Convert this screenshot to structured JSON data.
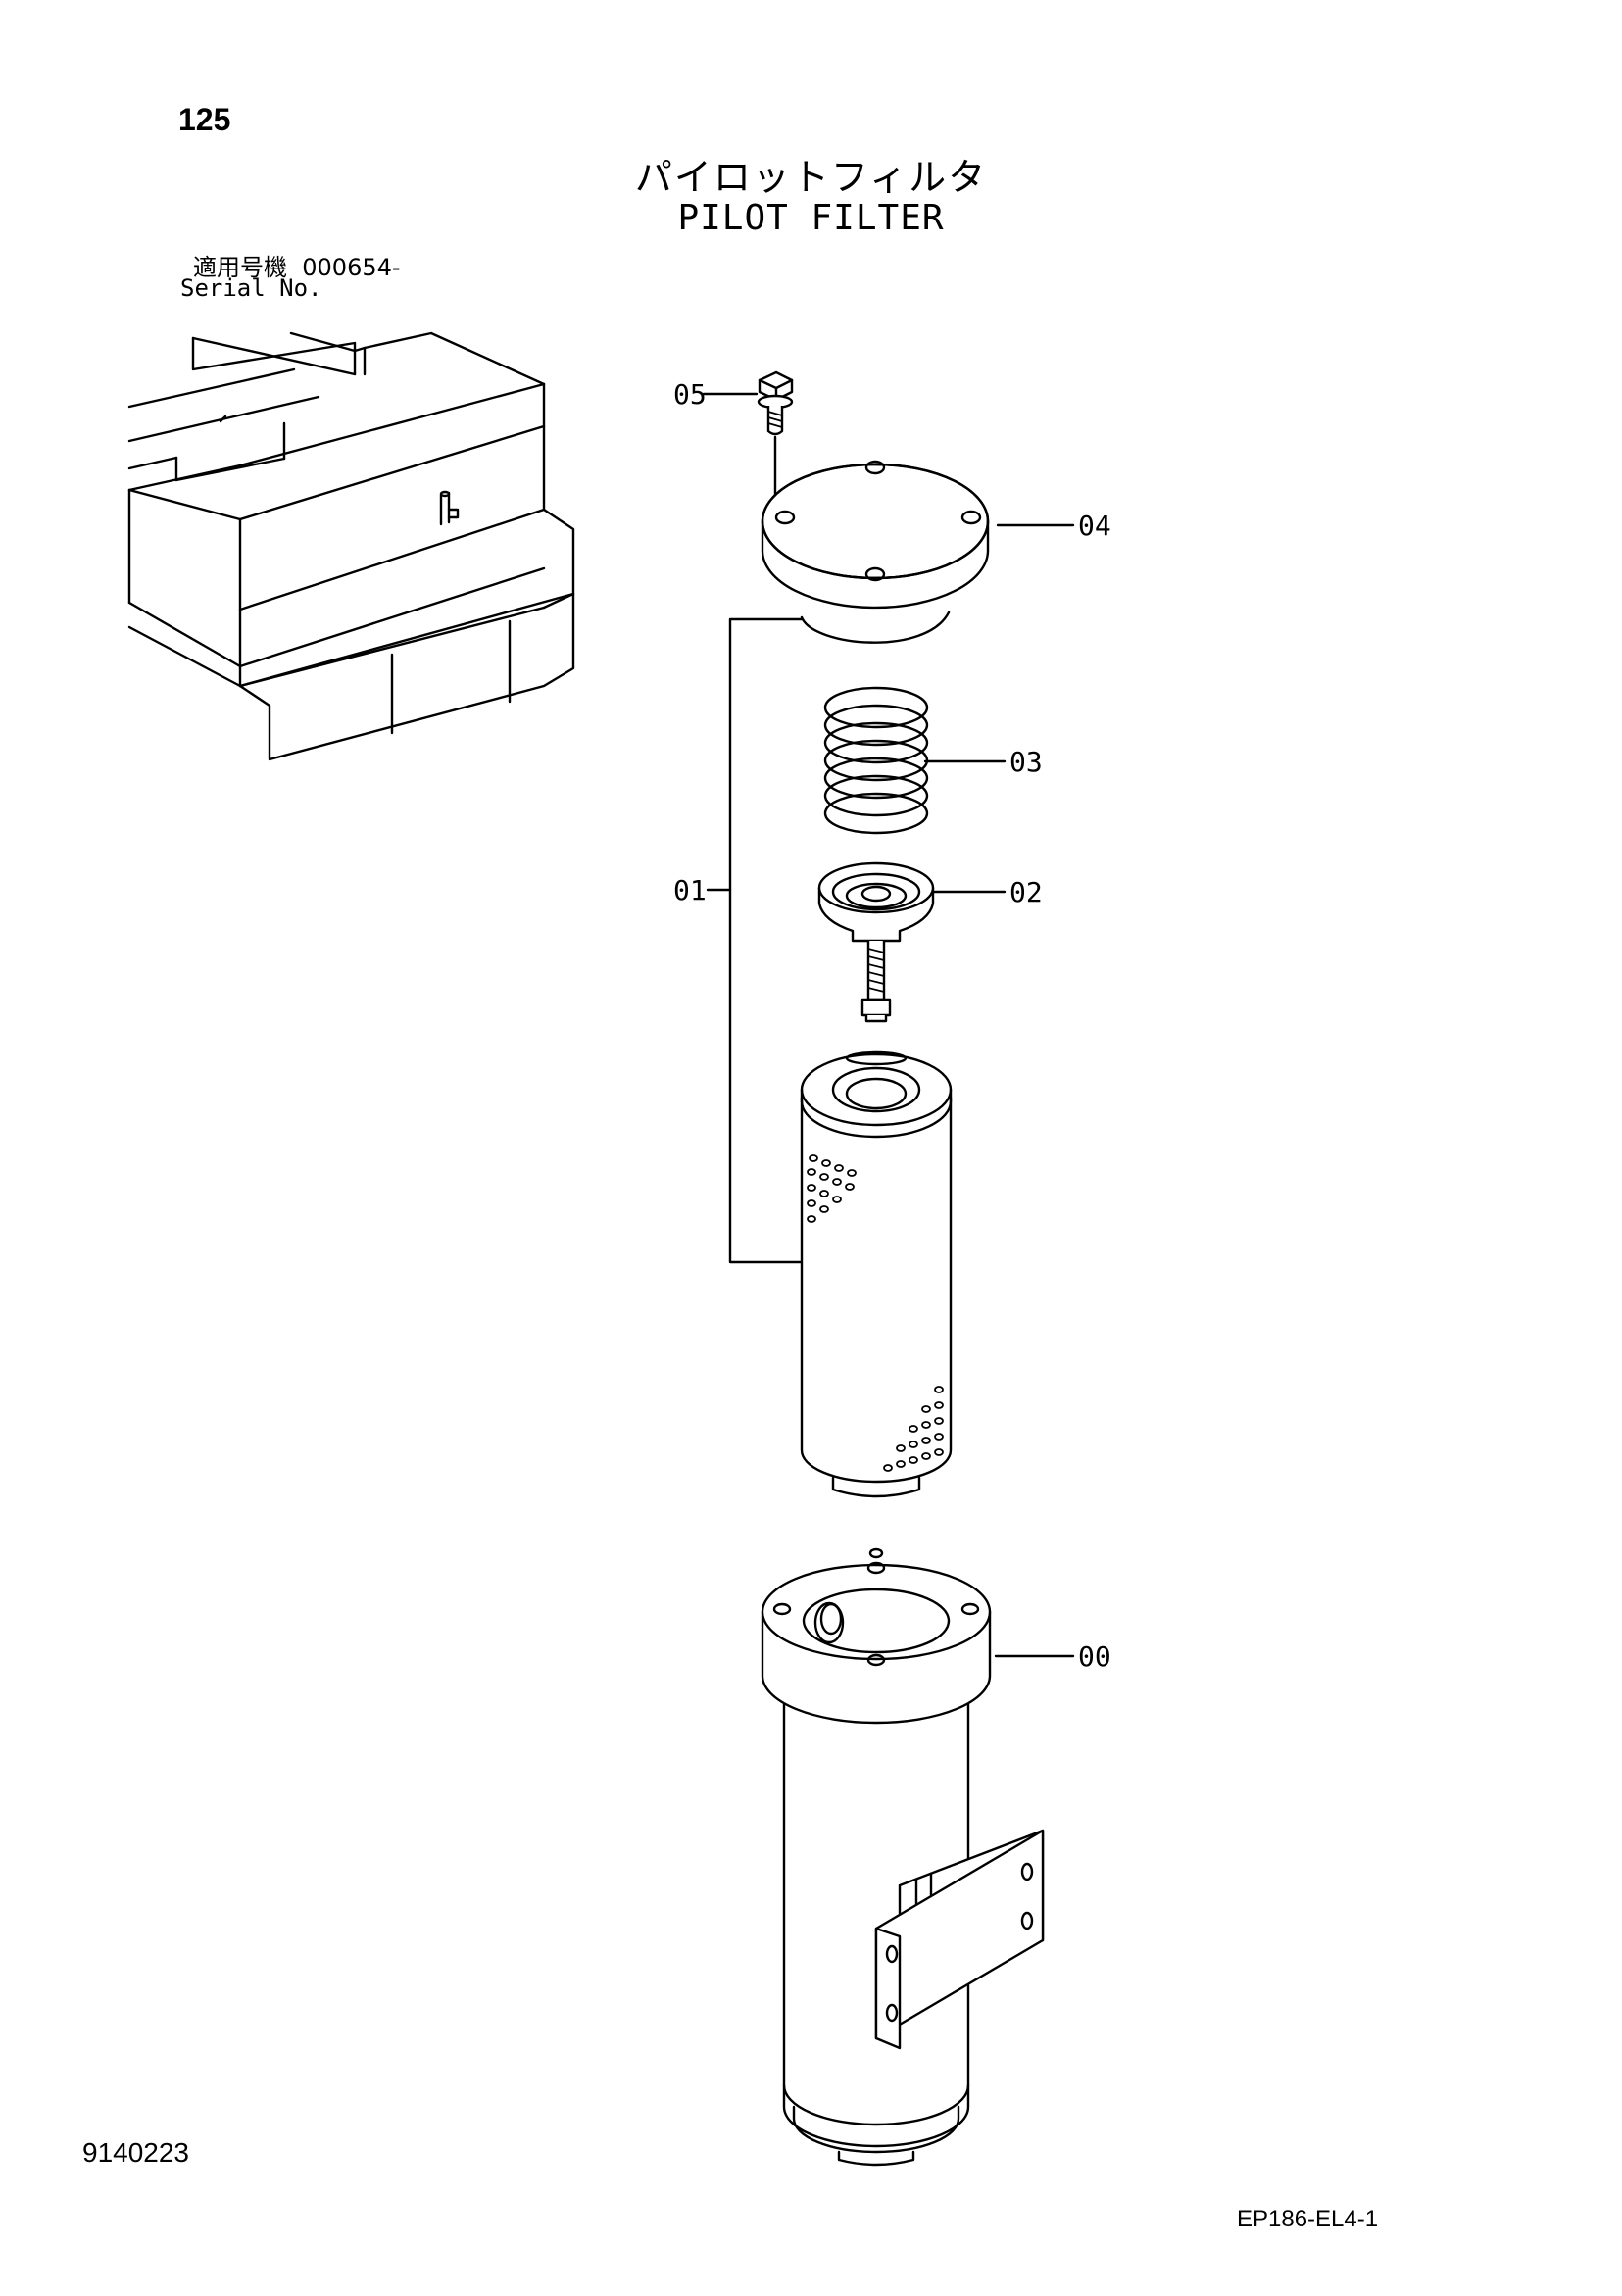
{
  "header": {
    "page_number": "125",
    "title_jp": "パイロットフィルタ",
    "title_en": "PILOT FILTER"
  },
  "serial": {
    "label_jp": "適用号機",
    "value": "000654-",
    "label_en": "Serial No."
  },
  "callouts": [
    {
      "id": "05",
      "label": "05"
    },
    {
      "id": "04",
      "label": "04"
    },
    {
      "id": "03",
      "label": "03"
    },
    {
      "id": "02",
      "label": "02"
    },
    {
      "id": "01",
      "label": "01"
    },
    {
      "id": "00",
      "label": "00"
    }
  ],
  "footer": {
    "doc_code": "9140223",
    "drawing_ref": "EP186-EL4-1"
  }
}
